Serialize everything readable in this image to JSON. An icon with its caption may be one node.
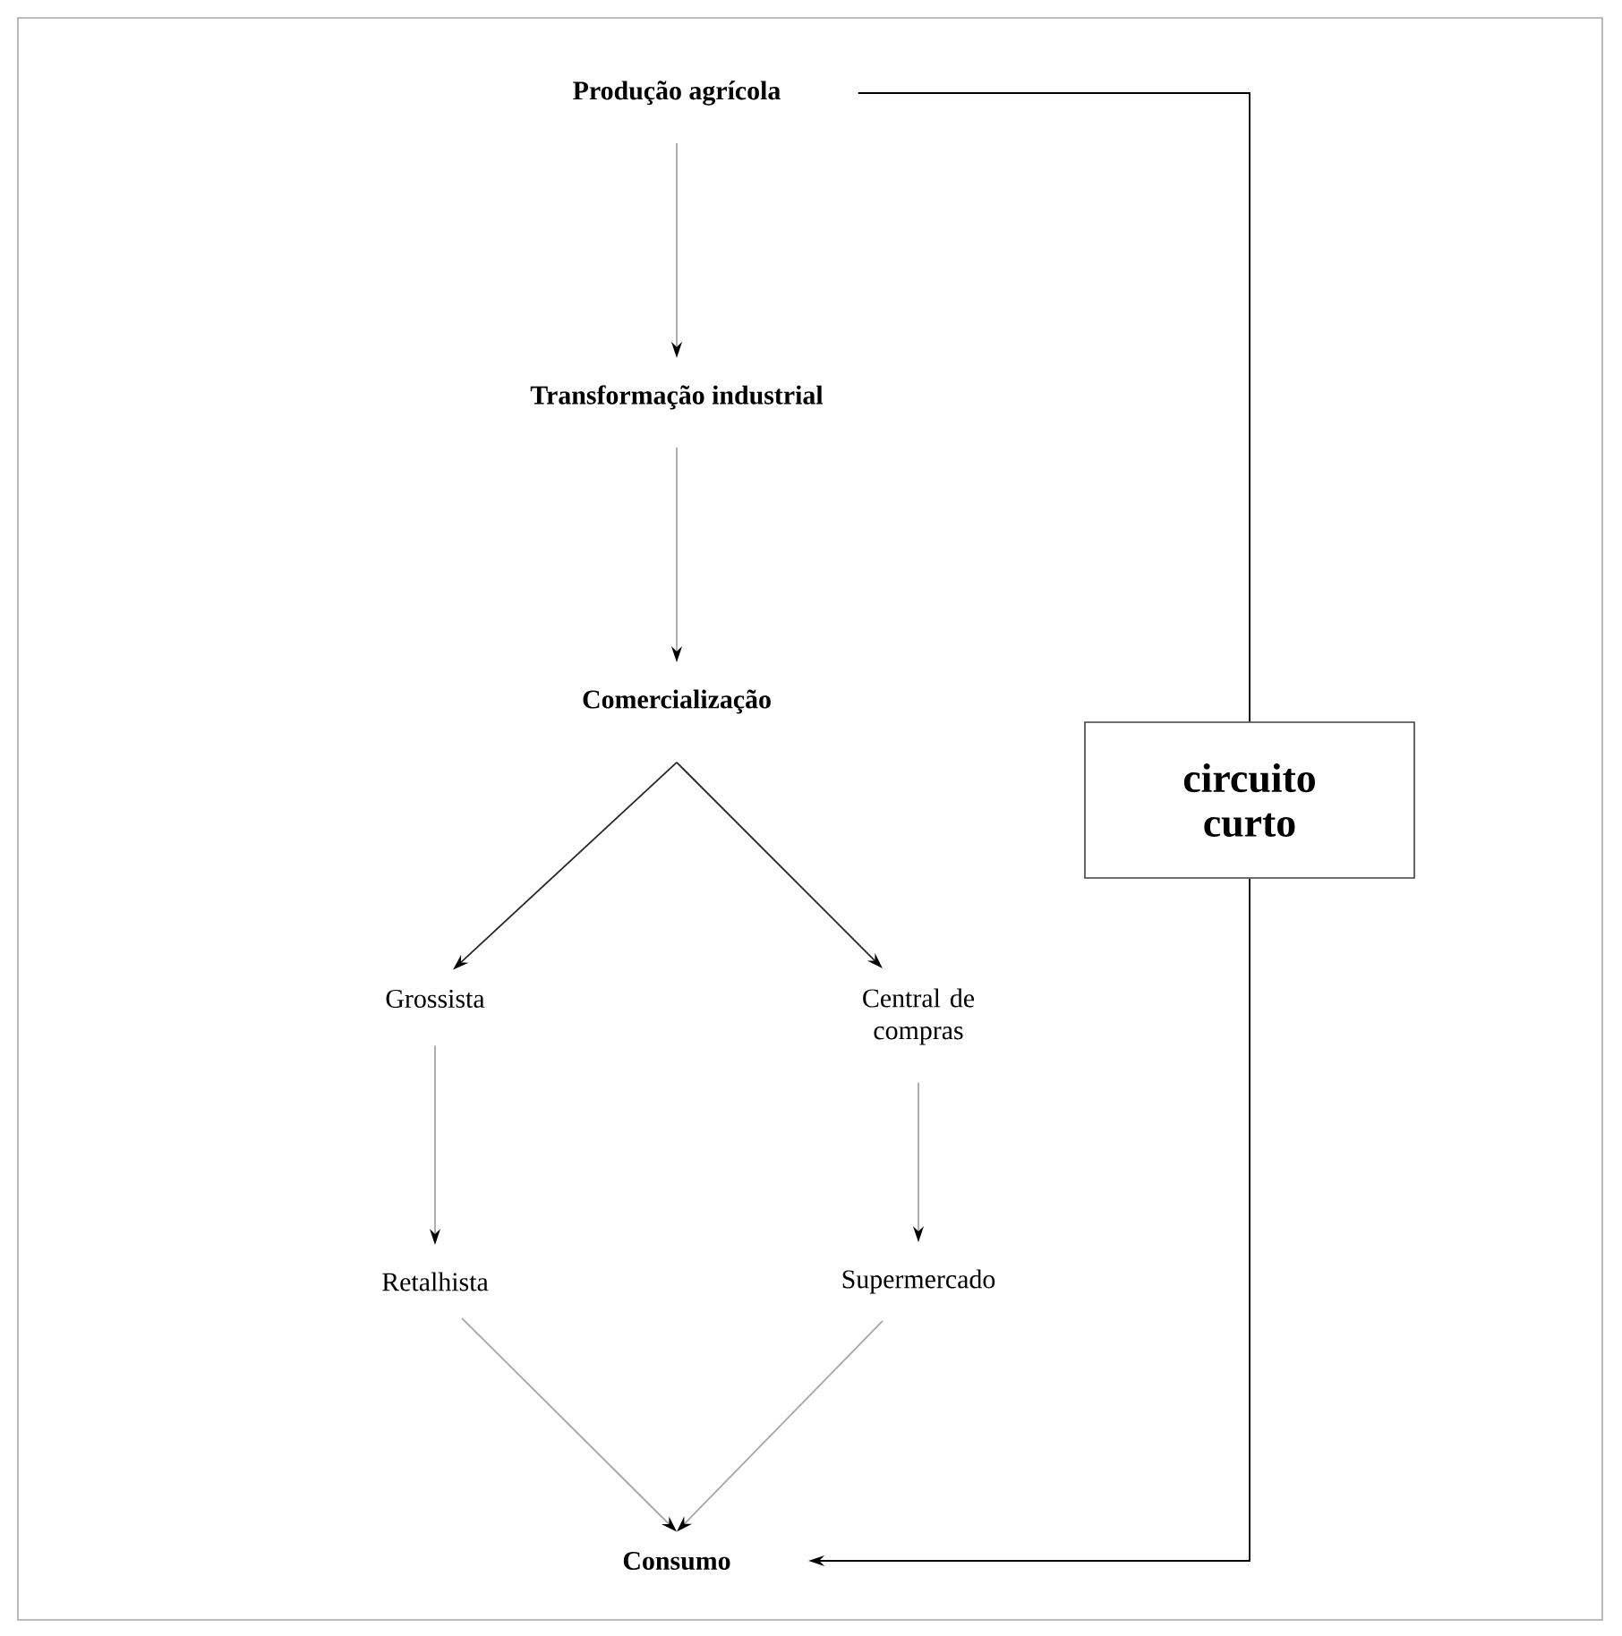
{
  "diagram": {
    "nodes": [
      {
        "text": [
          "Produção agrícola"
        ]
      },
      {
        "text": [
          "Transformação industrial"
        ]
      },
      {
        "text": [
          "Comercialização"
        ]
      },
      {
        "text": [
          "Grossista"
        ]
      },
      {
        "text": [
          "Central de compras"
        ]
      },
      {
        "text": [
          "Retalhista"
        ]
      },
      {
        "text": [
          "Supermercado"
        ]
      },
      {
        "text": [
          "Consumo"
        ]
      },
      {
        "text": [
          "circuito curto"
        ]
      }
    ],
    "edges": [
      {
        "from": 0,
        "to": 1,
        "arrow": "to"
      },
      {
        "from": 1,
        "to": 2,
        "arrow": "to"
      },
      {
        "from": 2,
        "to": 3,
        "arrow": "to",
        "color": "#262626"
      },
      {
        "from": 2,
        "to": 4,
        "arrow": "to",
        "color": "#262626"
      },
      {
        "from": 3,
        "to": 5,
        "arrow": "to"
      },
      {
        "from": 4,
        "to": 6,
        "arrow": "to"
      },
      {
        "from": 5,
        "to": 7,
        "arrow": "to"
      },
      {
        "from": 6,
        "to": 7,
        "arrow": "to"
      },
      {
        "from": 0,
        "to": 8,
        "arrow": "none",
        "color": "#000000"
      },
      {
        "from": 8,
        "to": 7,
        "arrow": "to",
        "color": "#000000"
      }
    ]
  }
}
